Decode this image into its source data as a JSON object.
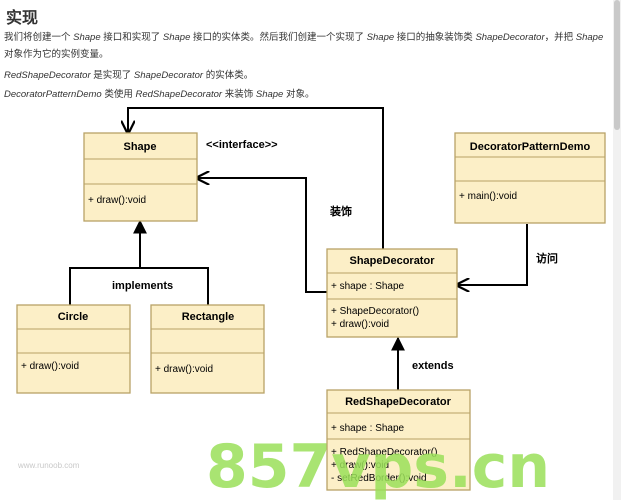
{
  "heading": "实现",
  "para1": {
    "s1": "我们将创建一个 ",
    "e1": "Shape",
    "s2": " 接口和实现了 ",
    "e2": "Shape",
    "s3": " 接口的实体类。然后我们创建一个实现了 ",
    "e3": "Shape",
    "s4": " 接口的抽象装饰类 ",
    "e4": "ShapeDecorator",
    "s5": "，并把 ",
    "e5": "Shape",
    "line2": "对象作为它的实例变量。"
  },
  "para2": {
    "e1": "RedShapeDecorator",
    "s1": " 是实现了 ",
    "e2": "ShapeDecorator",
    "s2": " 的实体类。"
  },
  "para3": {
    "e1": "DecoratorPatternDemo",
    "s1": " 类使用 ",
    "e2": "RedShapeDecorator",
    "s2": " 来装饰 ",
    "e3": "Shape",
    "s3": " 对象。"
  },
  "diagram": {
    "classes": {
      "shape": {
        "title": "Shape",
        "methods": [
          "+ draw():void"
        ]
      },
      "demo": {
        "title": "DecoratorPatternDemo",
        "methods": [
          "+ main():void"
        ]
      },
      "decorator": {
        "title": "ShapeDecorator",
        "fields": [
          "+ shape : Shape"
        ],
        "methods": [
          "+ ShapeDecorator()",
          "+ draw():void"
        ]
      },
      "circle": {
        "title": "Circle",
        "methods": [
          "+ draw():void"
        ]
      },
      "rectangle": {
        "title": "Rectangle",
        "methods": [
          "+ draw():void"
        ]
      },
      "red": {
        "title": "RedShapeDecorator",
        "fields": [
          "+ shape : Shape"
        ],
        "methods": [
          "+ RedShapeDecorator()",
          "+ draw():void",
          "- setRedBorder():void"
        ]
      }
    },
    "labels": {
      "interface": "<<interface>>",
      "decorate": "装饰",
      "implements": "implements",
      "visit": "访问",
      "extends": "extends"
    },
    "watermark_site": "www.runoob.com",
    "watermark_big": "857vps.cn"
  }
}
